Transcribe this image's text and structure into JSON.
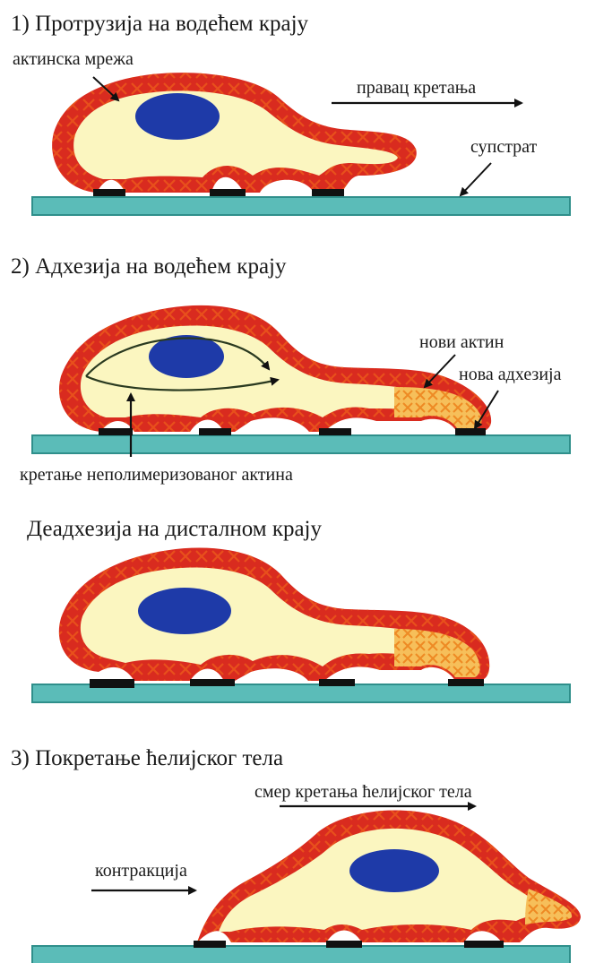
{
  "panels": {
    "p1": {
      "title": "1) Протрузија на водећем крају",
      "labels": {
        "actin_network": "актинска мрежа",
        "direction": "правац кретања",
        "substrate": "супстрат"
      }
    },
    "p2": {
      "title": "2) Адхезија на водећем крају",
      "labels": {
        "new_actin": "нови актин",
        "new_adhesion": "нова адхезија",
        "unpolymerized": "кретање неполимеризованог актина"
      }
    },
    "p2b": {
      "title": "Деадхезија на дисталном крају"
    },
    "p3": {
      "title": "3) Покретање ћелијског тела",
      "labels": {
        "cell_body_direction": "смер кретања ћелијског тела",
        "contraction": "контракција"
      }
    }
  },
  "colors": {
    "cortex": "#d92b1f",
    "cross": "#e8501c",
    "cytoplasm": "#fbf6c0",
    "nucleus": "#1e3aa8",
    "substrate_fill": "#5bbcb8",
    "substrate_stroke": "#2f8f8b",
    "adhesion": "#111111",
    "new_actin": "#f3a63a"
  }
}
